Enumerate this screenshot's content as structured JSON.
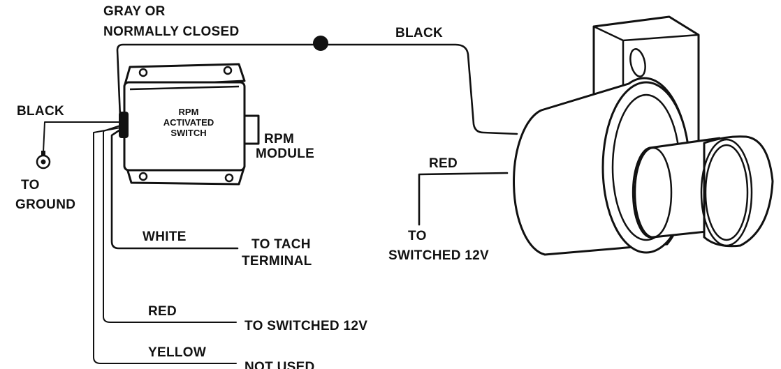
{
  "labels": {
    "gray_line1": "GRAY OR",
    "gray_line2": "NORMALLY CLOSED",
    "black_top": "BLACK",
    "black_left": "BLACK",
    "to_ground_1": "TO",
    "to_ground_2": "GROUND",
    "switch_line1": "RPM",
    "switch_line2": "ACTIVATED",
    "switch_line3": "SWITCH",
    "module_line1": "RPM",
    "module_line2": "MODULE",
    "red_right": "RED",
    "to_switched_1": "TO",
    "to_switched_2": "SWITCHED 12V",
    "white": "WHITE",
    "tach_line1": "TO TACH",
    "tach_line2": "TERMINAL",
    "red_bottom": "RED",
    "red_bottom_dest": "TO SWITCHED 12V",
    "yellow": "YELLOW",
    "yellow_dest": "NOT USED"
  }
}
